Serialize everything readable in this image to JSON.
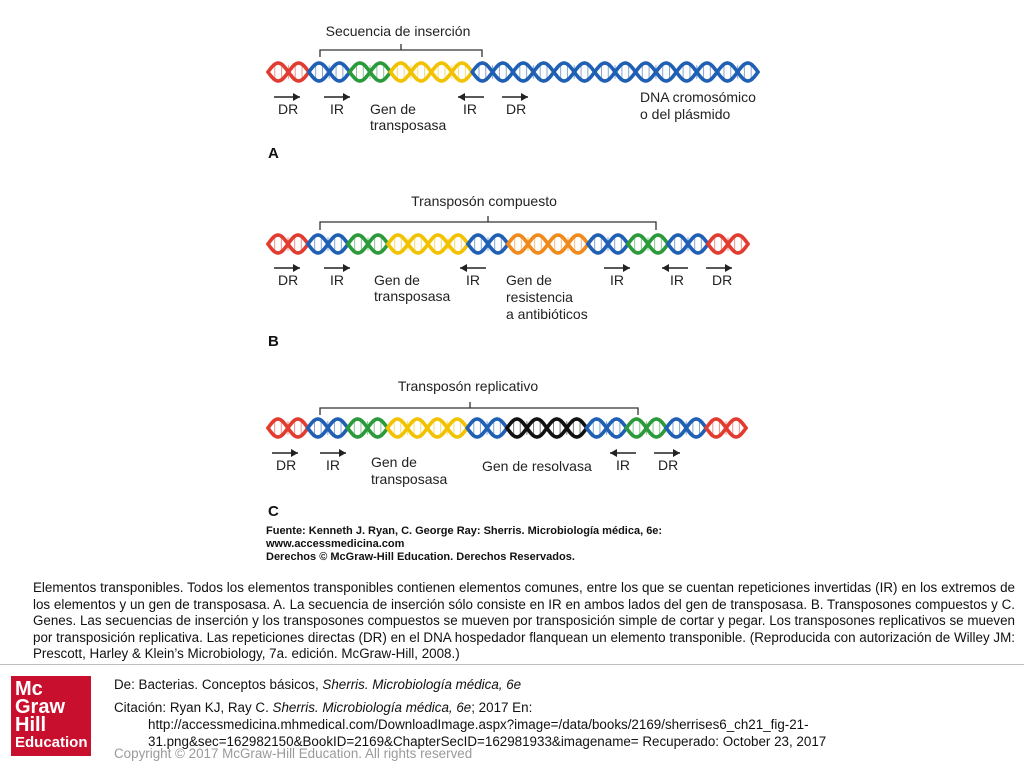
{
  "panels": [
    {
      "letter": "A",
      "bracket_label": "Secuencia de inserción",
      "helix_colors": [
        "#e23b2f",
        "#1f5fb4",
        "#2a9a3a",
        "#f2c200",
        "#f2c200",
        "#1f5fb4",
        "#1f5fb4",
        "#1f5fb4",
        "#1f5fb4",
        "#1f5fb4",
        "#1f5fb4",
        "#1f5fb4"
      ],
      "elements": [
        {
          "label": "DR",
          "arrow": "right"
        },
        {
          "label": "IR",
          "arrow": "right"
        },
        {
          "label": "Gen de\ntransposasa",
          "arrow": "none"
        },
        {
          "label": "IR",
          "arrow": "left"
        },
        {
          "label": "DR",
          "arrow": "right"
        }
      ],
      "side_label": "DNA cromosómico\no del plásmido"
    },
    {
      "letter": "B",
      "bracket_label": "Transposón compuesto",
      "helix_colors": [
        "#e23b2f",
        "#1f5fb4",
        "#2a9a3a",
        "#f2c200",
        "#f2c200",
        "#1f5fb4",
        "#f08a1c",
        "#f08a1c",
        "#1f5fb4",
        "#2a9a3a",
        "#1f5fb4",
        "#e23b2f"
      ],
      "elements": [
        {
          "label": "DR",
          "arrow": "right"
        },
        {
          "label": "IR",
          "arrow": "right"
        },
        {
          "label": "Gen de\ntransposasa",
          "arrow": "none"
        },
        {
          "label": "IR",
          "arrow": "left"
        },
        {
          "label": "Gen de\nresistencia\na antibióticos",
          "arrow": "none"
        },
        {
          "label": "IR",
          "arrow": "right"
        },
        {
          "label": "IR",
          "arrow": "left"
        },
        {
          "label": "DR",
          "arrow": "right"
        }
      ]
    },
    {
      "letter": "C",
      "bracket_label": "Transposón replicativo",
      "helix_colors": [
        "#e23b2f",
        "#1f5fb4",
        "#2a9a3a",
        "#f2c200",
        "#f2c200",
        "#1f5fb4",
        "#111111",
        "#111111",
        "#1f5fb4",
        "#2a9a3a",
        "#1f5fb4",
        "#e23b2f"
      ],
      "elements": [
        {
          "label": "DR",
          "arrow": "right"
        },
        {
          "label": "IR",
          "arrow": "right"
        },
        {
          "label": "Gen de\ntransposasa",
          "arrow": "none"
        },
        {
          "label": "Gen de resolvasa",
          "arrow": "none"
        },
        {
          "label": "IR",
          "arrow": "left"
        },
        {
          "label": "DR",
          "arrow": "right"
        }
      ]
    }
  ],
  "source_lines": [
    "Fuente: Kenneth J. Ryan, C. George Ray: Sherris. Microbiología médica, 6e:",
    "www.accessmedicina.com",
    "Derechos © McGraw-Hill Education. Derechos Reservados."
  ],
  "caption": "Elementos transponibles. Todos los elementos transponibles contienen elementos comunes, entre los que se cuentan repeticiones invertidas (IR) en los extremos de los elementos y un gen de transposasa. A. La secuencia de inserción sólo consiste en IR en ambos lados del gen de transposasa. B. Transposones compuestos y C. Genes. Las secuencias de inserción y los transposones compuestos se mueven por transposición simple de cortar y pegar. Los transposones replicativos se mueven por transposición replicativa. Las repeticiones directas (DR) en el DNA hospedador flanquean un elemento transponible. (Reproducida con autorización de Willey JM: Prescott, Harley & Klein’s Microbiology, 7a. edición. McGraw-Hill, 2008.)",
  "citation": {
    "from_prefix": "De: Bacterias. Conceptos básicos, ",
    "from_title": "Sherris. Microbiología médica, 6e",
    "cite_prefix": "Citación: Ryan KJ, Ray C. ",
    "cite_title": "Sherris. Microbiología médica, 6e",
    "cite_suffix": "; 2017 En:",
    "url_line1": "http://accessmedicina.mhmedical.com/DownloadImage.aspx?image=/data/books/2169/sherrises6_ch21_fig-21-",
    "url_line2": "31.png&sec=162982150&BookID=2169&ChapterSecID=162981933&imagename= Recuperado: October 23, 2017"
  },
  "copyright": "Copyright © 2017 McGraw-Hill Education. All rights reserved",
  "logo": {
    "line1": "Mc",
    "line2": "Graw",
    "line3": "Hill",
    "line4": "Education",
    "color": "#c8102e"
  }
}
